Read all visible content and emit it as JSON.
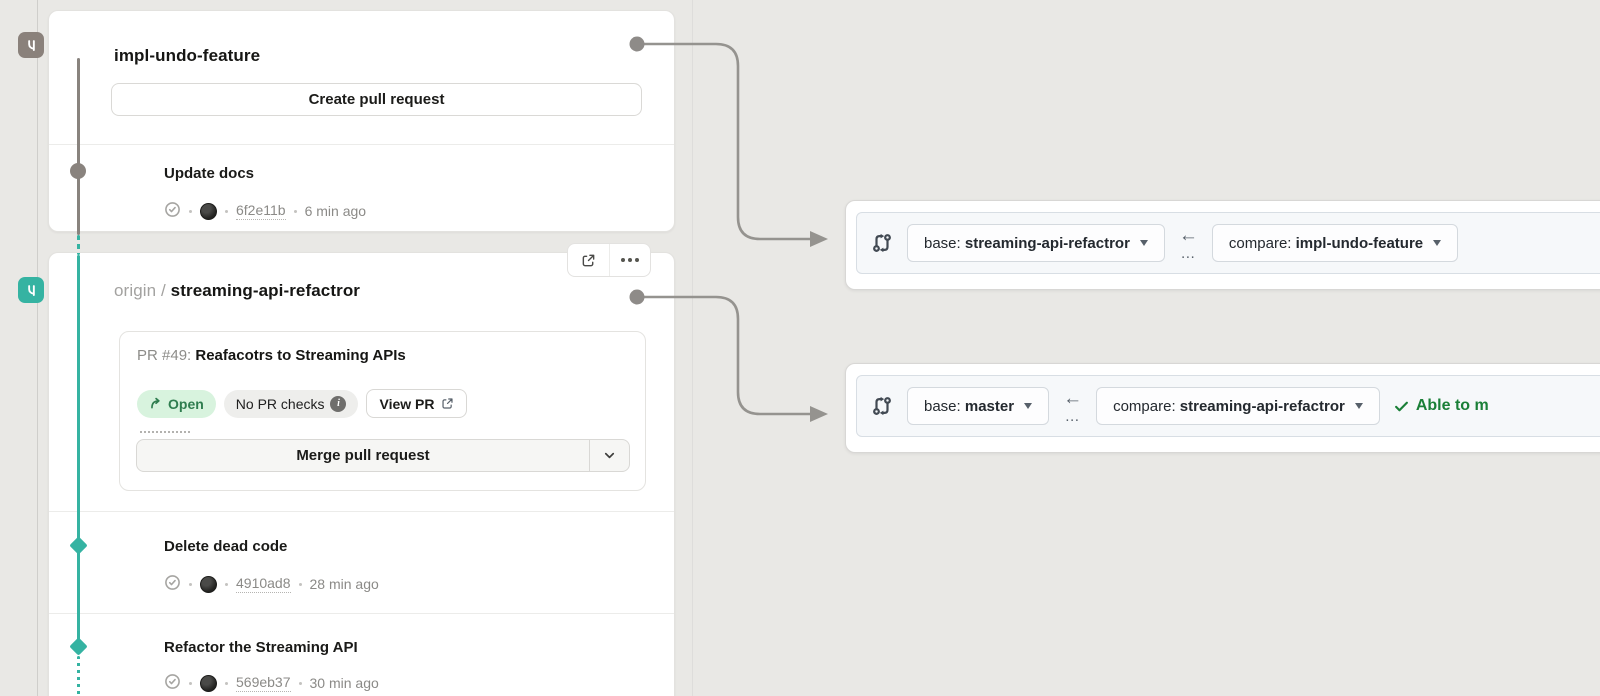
{
  "branch_cards": [
    {
      "name": "impl-undo-feature",
      "create_pr_label": "Create pull request",
      "commits": [
        {
          "title": "Update docs",
          "hash": "6f2e11b",
          "time": "6 min ago"
        }
      ]
    },
    {
      "remote": "origin",
      "separator": " / ",
      "name": "streaming-api-refactror",
      "pr": {
        "label": "PR #49: ",
        "title": "Reafacotrs to Streaming APIs",
        "status_label": "Open",
        "checks_label": "No PR checks",
        "view_label": "View PR",
        "merge_label": "Merge pull request"
      },
      "commits": [
        {
          "title": "Delete dead code",
          "hash": "4910ad8",
          "time": "28 min ago"
        },
        {
          "title": "Refactor the Streaming API",
          "hash": "569eb37",
          "time": "30 min ago"
        }
      ]
    }
  ],
  "compare_bars": [
    {
      "base_label": "base: ",
      "base_branch": "streaming-api-refactror",
      "arrow": "←",
      "dots": "…",
      "compare_label": "compare: ",
      "compare_branch": "impl-undo-feature",
      "status_text": ""
    },
    {
      "base_label": "base: ",
      "base_branch": "master",
      "arrow": "←",
      "dots": "…",
      "compare_label": "compare: ",
      "compare_branch": "streaming-api-refactror",
      "status_text": "Able to m"
    }
  ],
  "colors": {
    "teal_accent": "#35b3a2",
    "gray_branch": "#8a817b",
    "open_badge_bg": "#d8f3de",
    "open_badge_text": "#2f7d4f",
    "merge_status_green": "#1a7f37",
    "canvas_bg": "#e9e8e5"
  }
}
